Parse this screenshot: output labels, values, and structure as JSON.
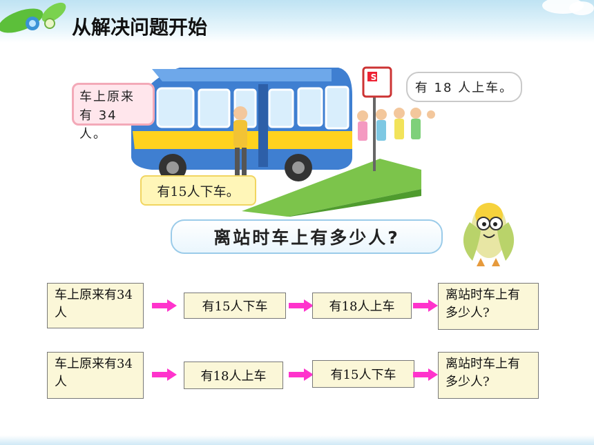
{
  "title": "从解决问题开始",
  "bubbles": {
    "on_bus": "车上原来有 34 人。",
    "get_on": "有 18 人上车。",
    "get_off": "有15人下车。",
    "question": "离站时车上有多少人?"
  },
  "flow1": [
    "车上原来有34人",
    "有15人下车",
    "有18人上车",
    "离站时车上有多少人?"
  ],
  "flow2": [
    "车上原来有34人",
    "有18人上车",
    "有15人下车",
    "离站时车上有多少人?"
  ],
  "stop_sign": "S",
  "colors": {
    "arrow": "#ff33cc",
    "box_fill": "#fbf7d8",
    "bus_blue": "#3f7fd1",
    "bus_yellow": "#ffd21e",
    "road_green": "#7cc44b"
  }
}
